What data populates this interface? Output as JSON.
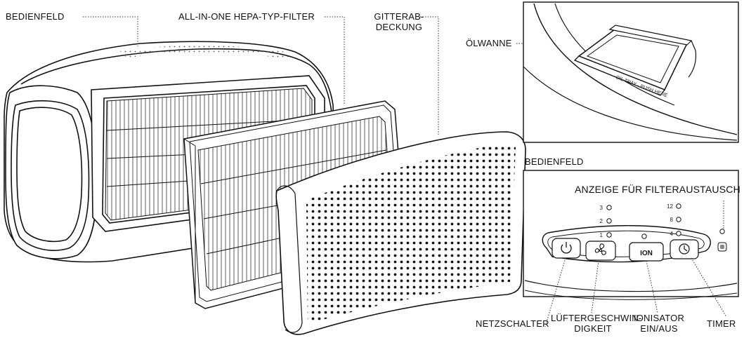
{
  "labels": {
    "control_panel_top": "BEDIENFELD",
    "hepa_filter": "ALL-IN-ONE HEPA-TYP-FILTER",
    "grille_line1": "GITTERAB-",
    "grille_line2": "DECKUNG",
    "oil_tray": "ÖLWANNE",
    "oil_tray_embossed": "OIL TRAY · PUSH HERE",
    "control_panel_inset": "BEDIENFELD",
    "filter_indicator": "ANZEIGE FÜR FILTERAUSTAUSCH",
    "power_switch": "NETZSCHALTER",
    "fan_speed_line1": "LÜFTERGESCHWIN-",
    "fan_speed_line2": "DIGKEIT",
    "ionizer_line1": "IONISATOR",
    "ionizer_line2": "EIN/AUS",
    "timer": "TIMER"
  },
  "panel": {
    "ion_button_text": "ION",
    "speed_levels": [
      "3",
      "2",
      "1"
    ],
    "timer_levels": [
      "12",
      "8",
      "4"
    ]
  },
  "icons": {
    "power": "power-icon",
    "fan": "fan-icon",
    "timer": "clock-icon"
  }
}
